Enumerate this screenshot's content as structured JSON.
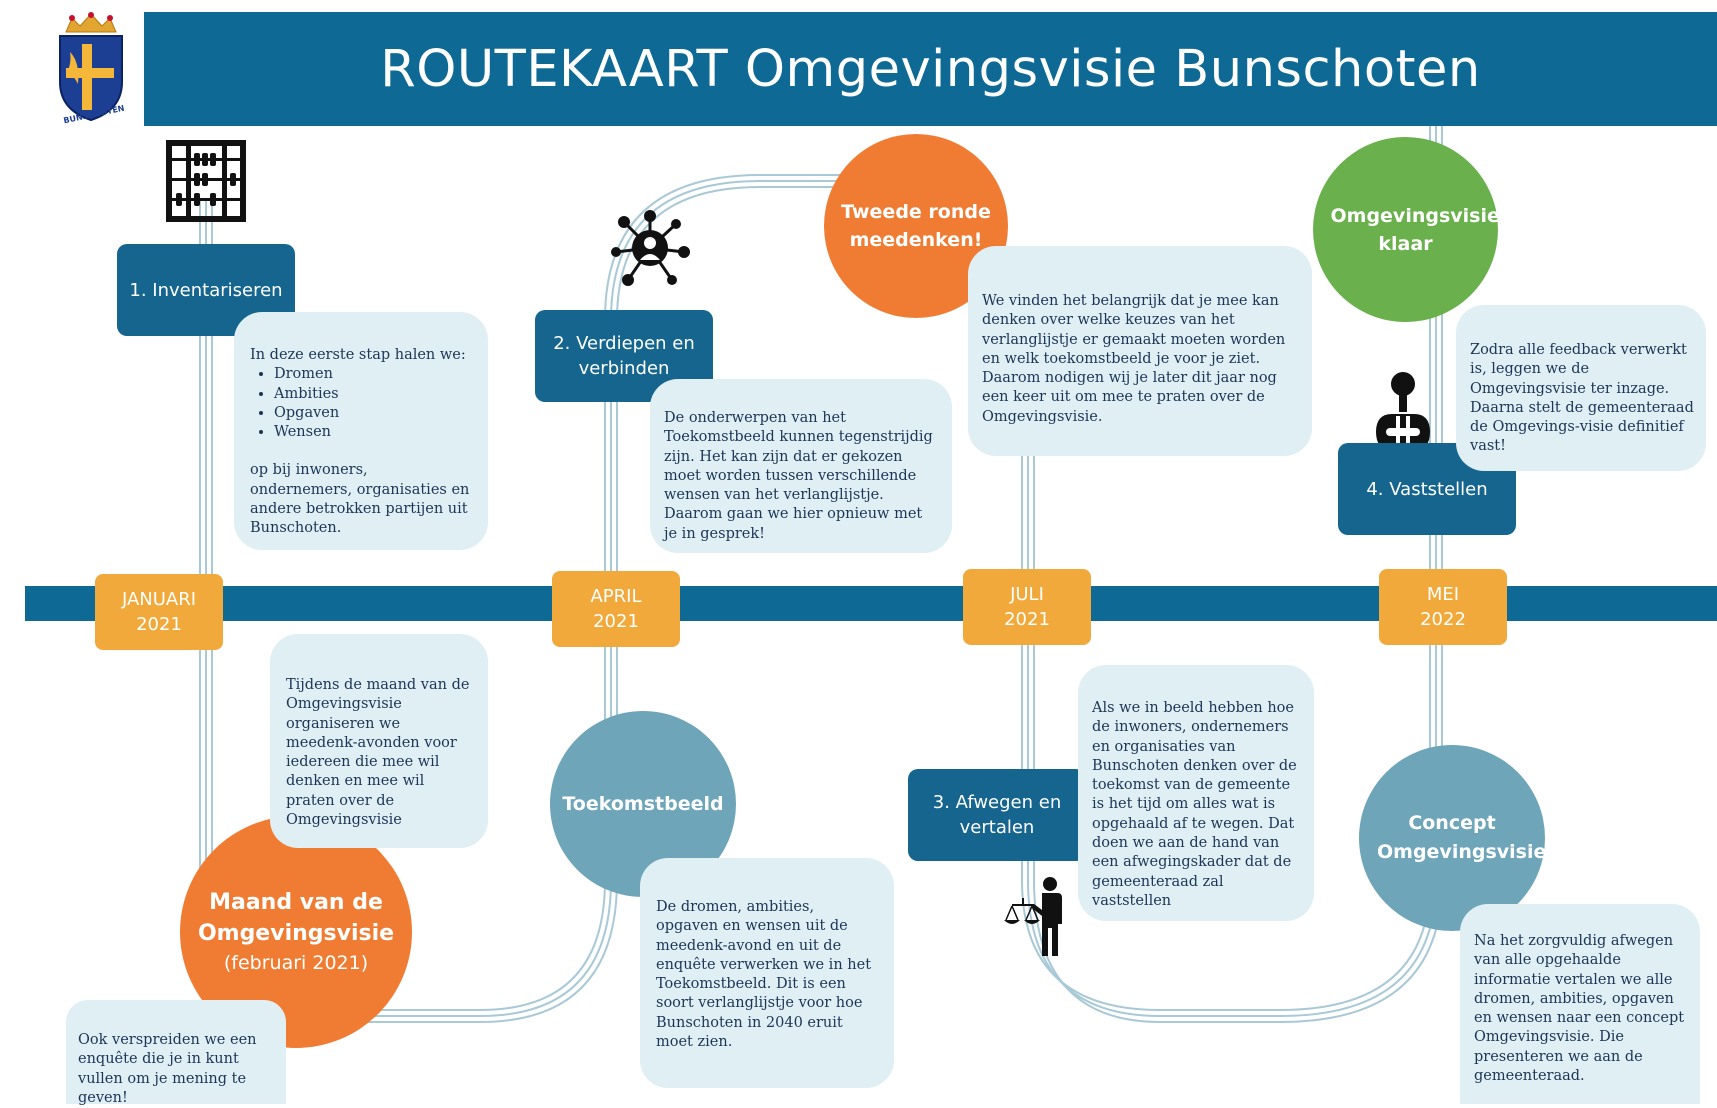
{
  "header": {
    "title": "ROUTEKAART Omgevingsvisie Bunschoten",
    "logo_text": "BUNSCHOTEN"
  },
  "colors": {
    "primary_blue": "#0e6a94",
    "step_blue": "#15658e",
    "date_orange": "#f2a93b",
    "milestone_orange": "#f07c33",
    "milestone_green": "#6ab04c",
    "milestone_blue": "#6fa5b8",
    "card_bg": "#dfeff3",
    "route_line": "#a9c9d6"
  },
  "timeline": {
    "dates": [
      {
        "month": "JANUARI",
        "year": "2021"
      },
      {
        "month": "APRIL",
        "year": "2021"
      },
      {
        "month": "JULI",
        "year": "2021"
      },
      {
        "month": "MEI",
        "year": "2022"
      }
    ]
  },
  "steps": [
    {
      "label": "1. Inventariseren",
      "icon": "abacus-icon"
    },
    {
      "label": "2. Verdiepen en verbinden",
      "icon": "network-person-icon"
    },
    {
      "label": "3. Afwegen en vertalen",
      "icon": "person-scales-icon"
    },
    {
      "label": "4. Vaststellen",
      "icon": "stamp-icon"
    }
  ],
  "milestones": {
    "tweede_ronde": "Tweede ronde meedenken!",
    "klaar": "Omgevingsvisie klaar",
    "maand_title": "Maand van de Omgevingsvisie",
    "maand_date": "(februari 2021)",
    "toekomstbeeld": "Toekomstbeeld",
    "concept": "Concept Omgevingsvisie"
  },
  "cards": {
    "step1_intro": "In deze eerste stap halen we:",
    "step1_items": [
      "Dromen",
      "Ambities",
      "Opgaven",
      "Wensen"
    ],
    "step1_outro": "op bij inwoners, ondernemers, organisaties en andere betrokken partijen uit Bunschoten.",
    "step2": "De onderwerpen van het Toekomstbeeld kunnen tegenstrijdig zijn. Het kan zijn dat er gekozen moet worden tussen verschillende wensen van het verlanglijstje. Daarom gaan we hier opnieuw met je in gesprek!",
    "tweede_ronde": "We vinden het belangrijk dat je mee kan denken over welke keuzes van het verlanglijstje er gemaakt moeten worden en welk toekomstbeeld je voor je ziet. Daarom nodigen wij je later dit jaar nog een keer uit om mee te praten over de Omgevingsvisie.",
    "vaststellen": "Zodra alle feedback verwerkt is, leggen we de Omgevingsvisie ter inzage. Daarna stelt de gemeenteraad de Omgevings-visie definitief vast!",
    "maand": "Tijdens de maand van de Omgevingsvisie organiseren we meedenk-avonden voor iedereen die mee wil denken en mee wil praten over de Omgevingsvisie",
    "enquete": "Ook verspreiden we een enquête die je in kunt vullen om je mening te geven!",
    "toekomstbeeld": "De dromen, ambities, opgaven en wensen uit de meedenk-avond en uit de enquête verwerken we in het Toekomstbeeld. Dit is een soort verlanglijstje voor hoe Bunschoten in 2040 eruit moet zien.",
    "afwegen": "Als we in beeld hebben hoe de inwoners, ondernemers en organisaties van Bunschoten denken over de toekomst van de gemeente is het tijd om alles wat is opgehaald af te wegen. Dat doen we aan de hand van een afwegingskader dat de gemeenteraad zal vaststellen",
    "concept": "Na het zorgvuldig afwegen van alle opgehaalde informatie vertalen we alle dromen, ambities, opgaven en wensen naar een concept Omgevingsvisie. Die presenteren we aan de gemeenteraad."
  }
}
